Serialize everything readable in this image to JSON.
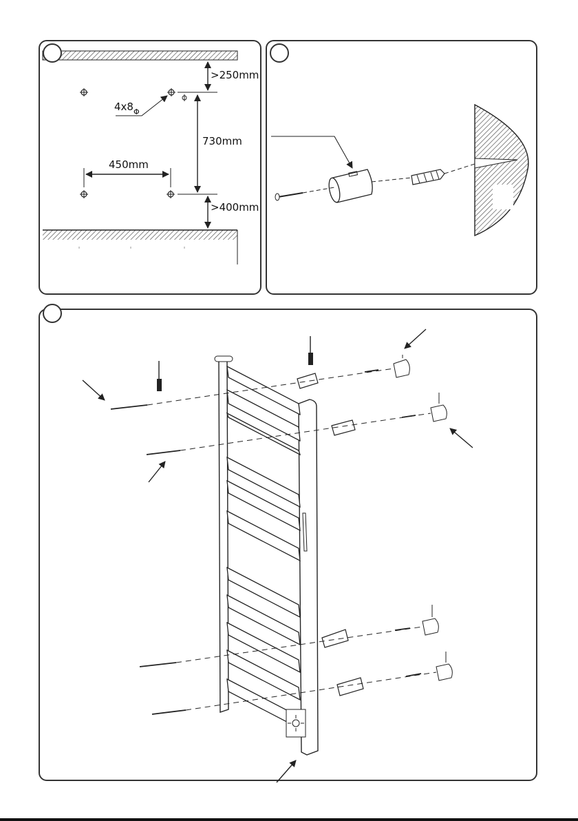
{
  "panel1": {
    "dim_top": ">250mm",
    "dim_vertical": "730mm",
    "dim_horizontal": "450mm",
    "dim_bottom": ">400mm",
    "hole_spec": "4x8",
    "diameter_symbol": "Φ"
  },
  "colors": {
    "line": "#222222",
    "hatch": "#555555",
    "panel_border": "#333333"
  }
}
